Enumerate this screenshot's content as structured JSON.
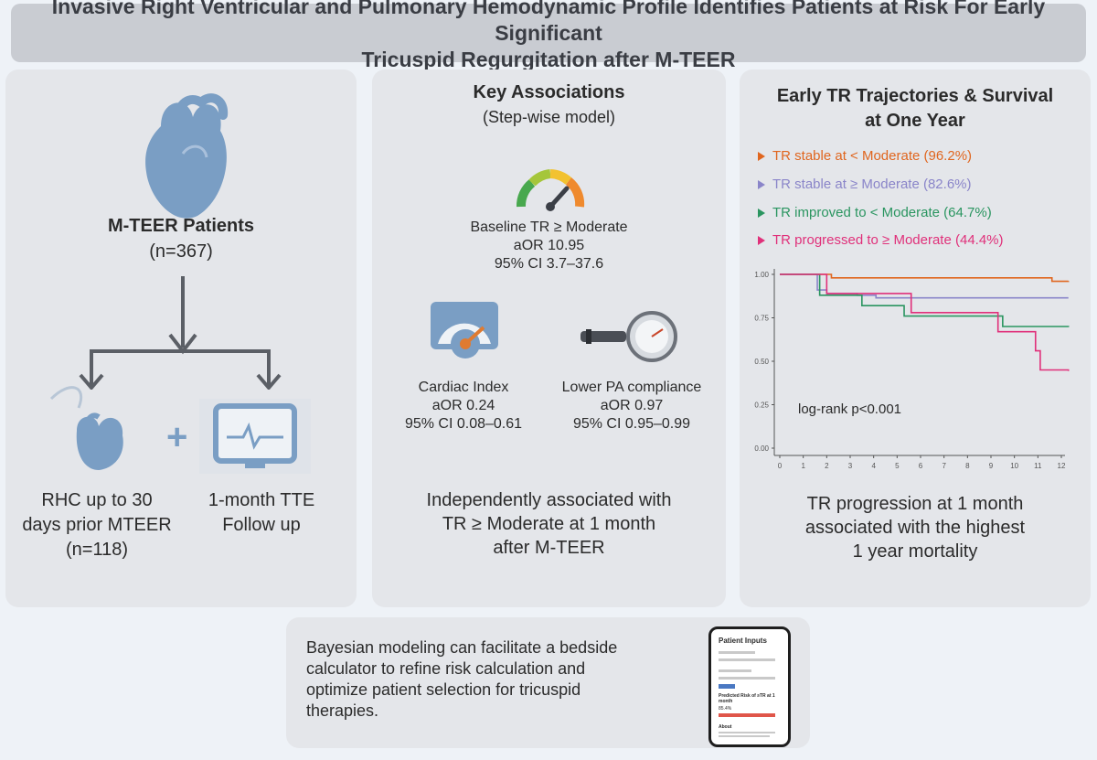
{
  "title": {
    "line1": "Invasive Right Ventricular and Pulmonary Hemodynamic Profile Identifies Patients at Risk For Early Significant",
    "line2": "Tricuspid Regurgitation after M-TEER"
  },
  "left_panel": {
    "cohort_label": "M-TEER Patients",
    "cohort_n": "(n=367)",
    "rhc_lines": [
      "RHC up to 30",
      "days prior MTEER",
      "(n=118)"
    ],
    "tte_lines": [
      "1-month TTE",
      "Follow up"
    ],
    "plus": "+"
  },
  "middle_panel": {
    "heading": "Key Associations",
    "subheading": "(Step-wise model)",
    "baseline": {
      "label": "Baseline TR ≥ Moderate",
      "aor": "aOR 10.95",
      "ci": "95% CI 3.7–37.6"
    },
    "cardiac_index": {
      "label": "Cardiac Index",
      "aor": "aOR 0.24",
      "ci": "95% CI 0.08–0.61"
    },
    "pa_compliance": {
      "label": "Lower PA compliance",
      "aor": "aOR 0.97",
      "ci": "95% CI 0.95–0.99"
    },
    "conclusion_lines": [
      "Independently associated with",
      "TR ≥ Moderate at 1 month",
      "after M-TEER"
    ]
  },
  "right_panel": {
    "heading_lines": [
      "Early TR Trajectories & Survival",
      "at One Year"
    ],
    "annotation": "log-rank p<0.001",
    "conclusion_lines": [
      "TR progression at 1 month",
      "associated with the highest",
      "1 year mortality"
    ]
  },
  "chart_data": {
    "type": "line",
    "x_ticks": [
      0,
      1,
      2,
      3,
      4,
      5,
      6,
      7,
      8,
      9,
      10,
      11,
      12
    ],
    "y_ticks": [
      "1.00",
      "0.75",
      "0.50",
      "0.25",
      "0.00"
    ],
    "xlim": [
      0,
      12
    ],
    "ylim": [
      0,
      1
    ],
    "series": [
      {
        "name": "TR stable at < Moderate (96.2%)",
        "color": "#e0661f",
        "x": [
          0,
          1.5,
          2.2,
          11.6,
          12.3
        ],
        "y": [
          1.0,
          1.0,
          0.98,
          0.96,
          0.962
        ]
      },
      {
        "name": "TR stable at ≥ Moderate (82.6%)",
        "color": "#8a85c9",
        "x": [
          0,
          1.3,
          1.6,
          2.0,
          3.3,
          4.1,
          12.3
        ],
        "y": [
          1.0,
          1.0,
          0.91,
          0.89,
          0.88,
          0.865,
          0.865
        ]
      },
      {
        "name": "TR improved to < Moderate (64.7%)",
        "color": "#2a9560",
        "x": [
          0,
          1.0,
          1.7,
          3.5,
          5.3,
          9.5,
          12.3
        ],
        "y": [
          1.0,
          1.0,
          0.88,
          0.82,
          0.76,
          0.7,
          0.697
        ]
      },
      {
        "name": "TR progressed to ≥ Moderate (44.4%)",
        "color": "#e0307a",
        "x": [
          0,
          1.3,
          2.0,
          5.6,
          9.3,
          10.9,
          11.1,
          12.3
        ],
        "y": [
          1.0,
          1.0,
          0.89,
          0.78,
          0.67,
          0.56,
          0.45,
          0.444
        ]
      }
    ],
    "grid": false,
    "legend_position": "top"
  },
  "bottom_panel": {
    "text_lines": [
      "Bayesian modeling can facilitate a bedside",
      "calculator to refine risk calculation and",
      "optimize patient selection for tricuspid",
      "therapies."
    ],
    "phone_title": "Patient Inputs",
    "phone_result_label": "Predicted Risk of ≥TR at 1 month",
    "phone_result_value": "85.4%",
    "phone_about": "About"
  },
  "colors": {
    "heart": "#7a9ec4",
    "arrow": "#5b5f66",
    "panel": "#e4e6ea",
    "title_bar": "#c9ccd2"
  }
}
